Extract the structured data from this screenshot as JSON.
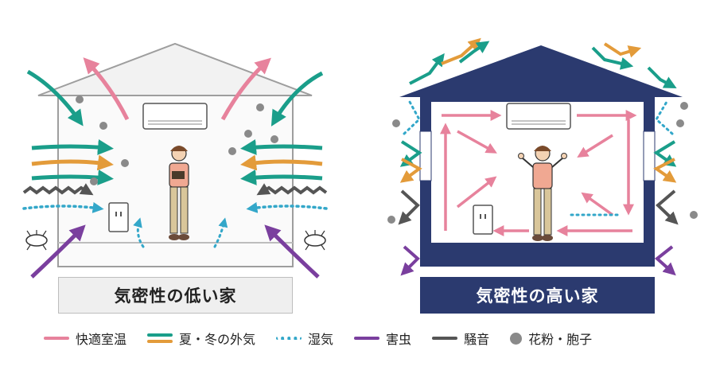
{
  "houses": {
    "left_label": "気密性の低い家",
    "right_label": "気密性の高い家"
  },
  "legend": [
    {
      "label": "快適室温",
      "color": "#e7829c",
      "style": "solid"
    },
    {
      "label": "夏・冬の外気",
      "color": "#1a9e8a",
      "color2": "#e39b3a",
      "style": "dual"
    },
    {
      "label": "湿気",
      "color": "#33a7c9",
      "style": "dotted"
    },
    {
      "label": "害虫",
      "color": "#7a3f9e",
      "style": "solid"
    },
    {
      "label": "騒音",
      "color": "#555555",
      "style": "solid"
    },
    {
      "label": "花粉・胞子",
      "color": "#8a8a8a",
      "style": "dot"
    }
  ],
  "colors": {
    "comfort": "#e7829c",
    "outside_teal": "#1a9e8a",
    "outside_orange": "#e39b3a",
    "humidity": "#33a7c9",
    "insect": "#7a3f9e",
    "noise": "#555555",
    "pollen": "#8a8a8a",
    "navy": "#2b3a6f"
  }
}
